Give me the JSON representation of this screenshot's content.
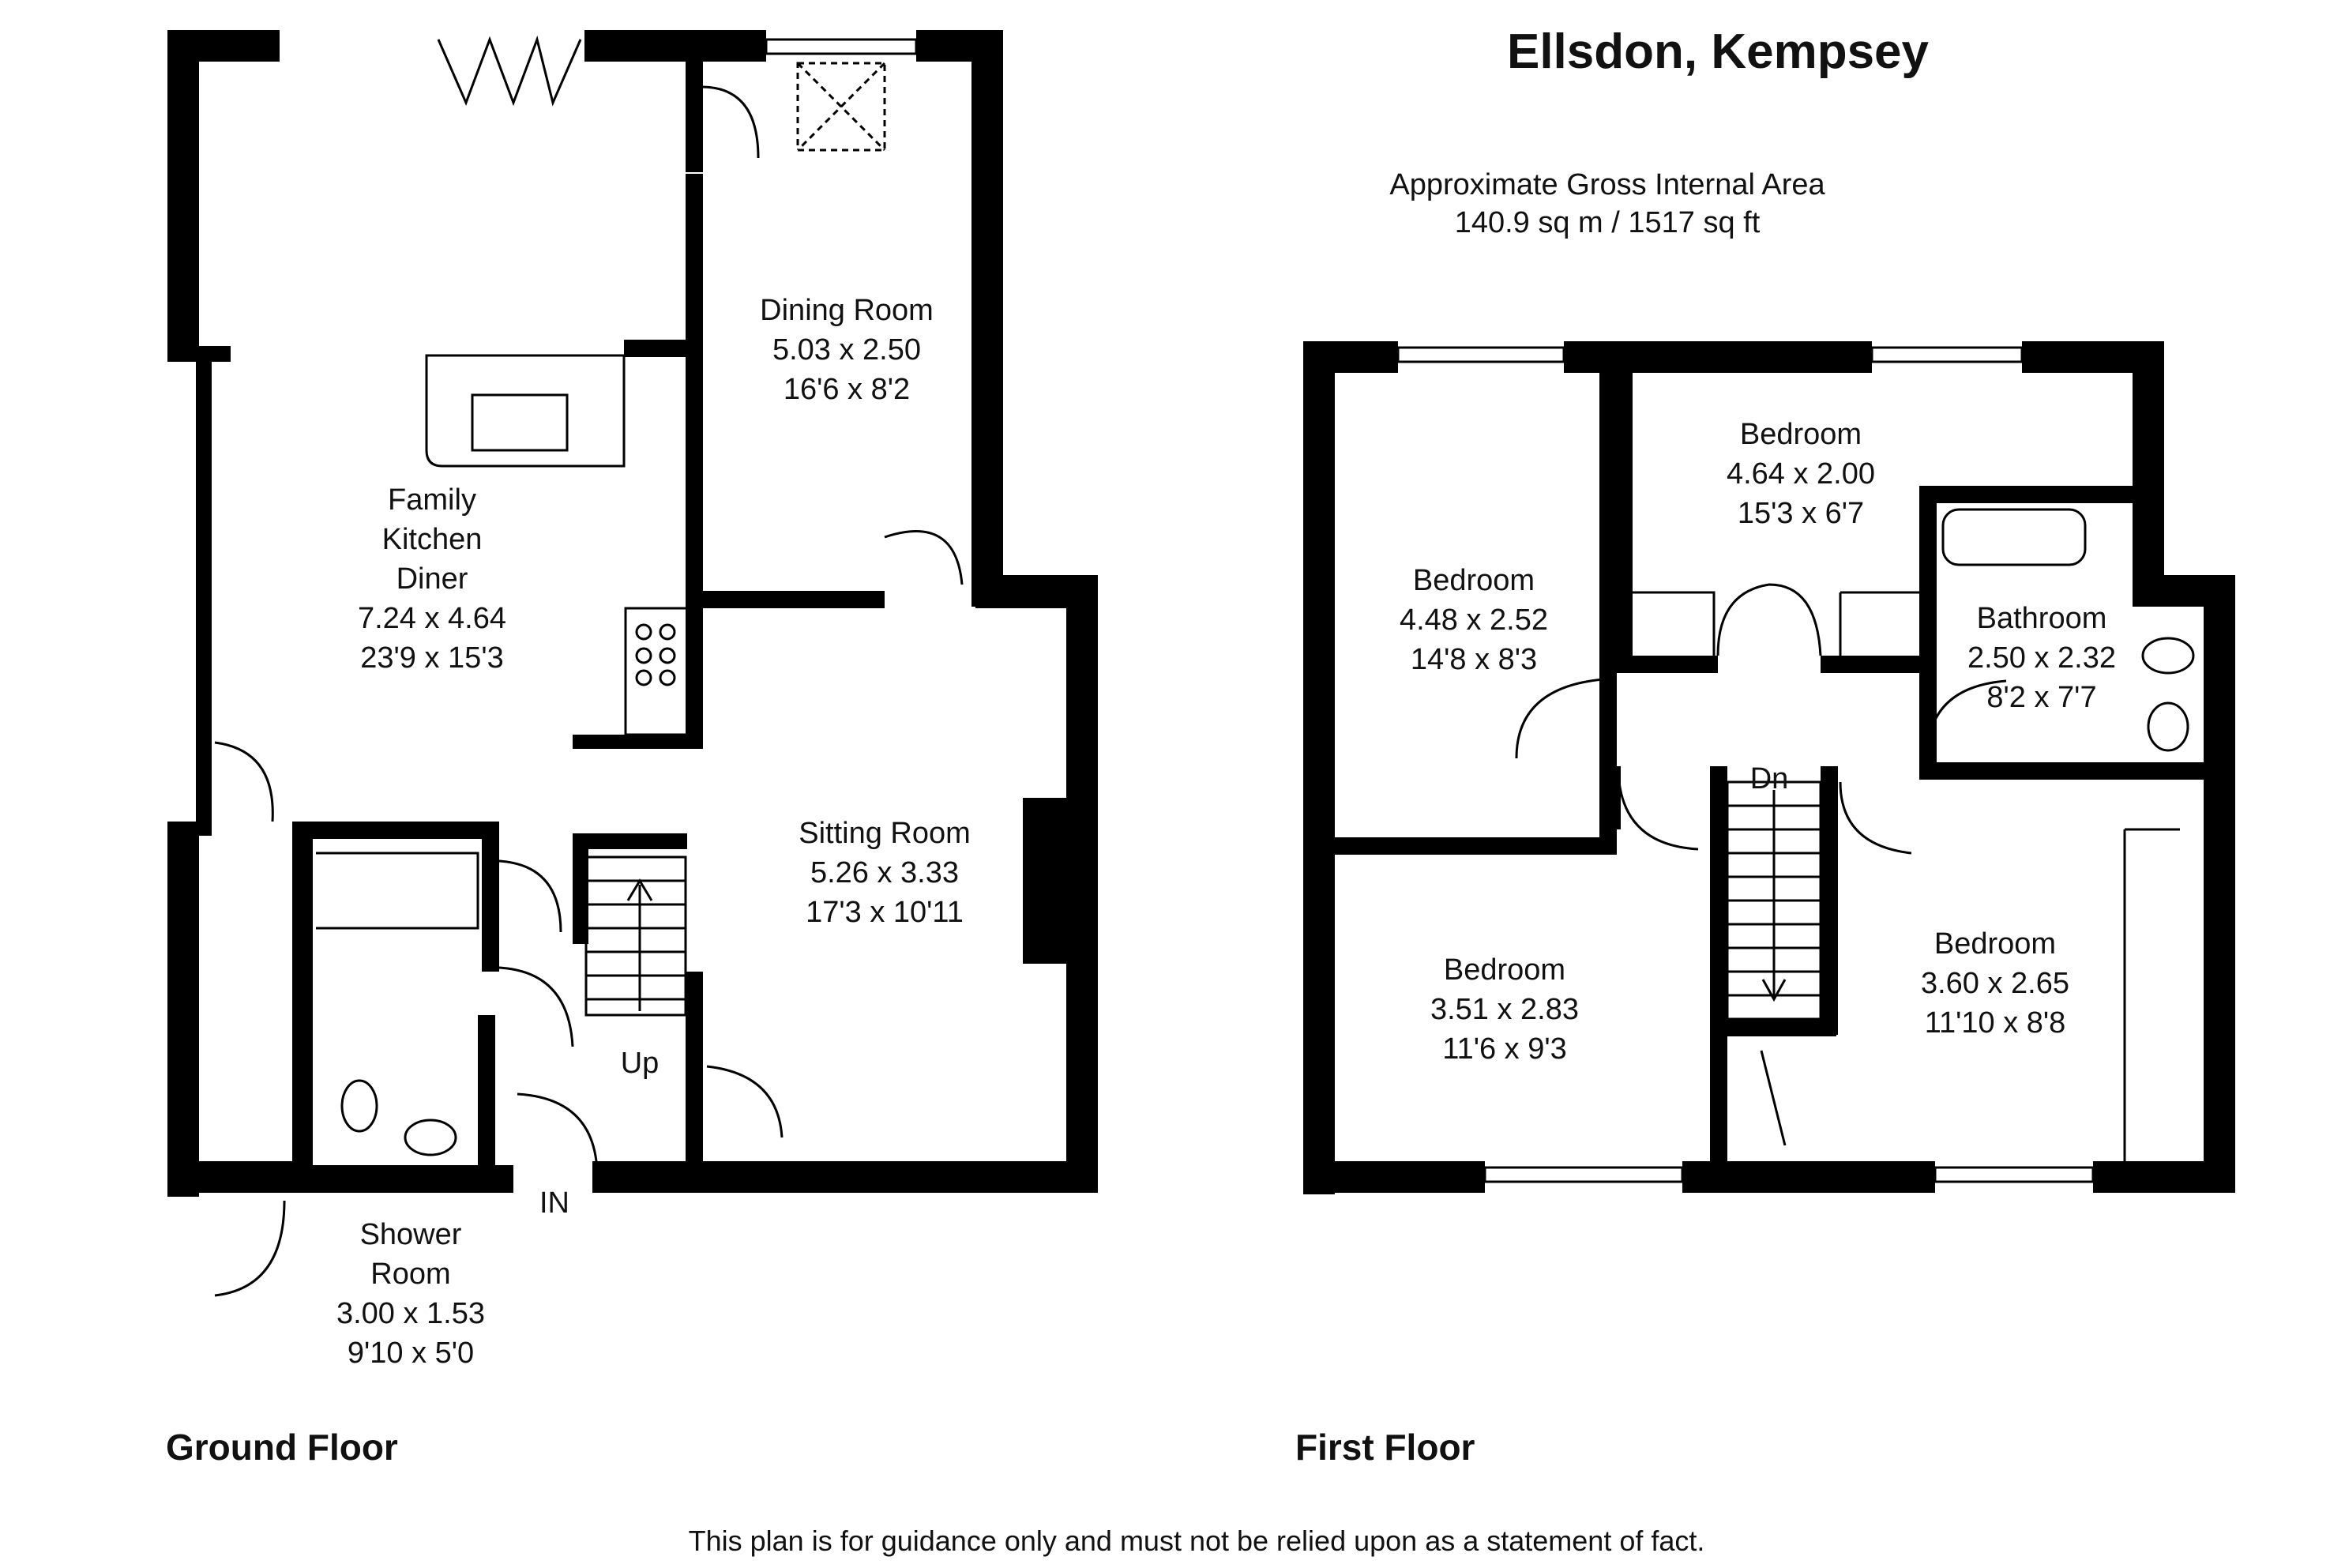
{
  "header": {
    "title": "Ellsdon, Kempsey",
    "area_line1": "Approximate Gross Internal Area",
    "area_line2": "140.9 sq m / 1517 sq ft"
  },
  "ground_floor": {
    "label": "Ground Floor",
    "rooms": {
      "family_kitchen": [
        "Family",
        "Kitchen",
        "Diner",
        "7.24 x 4.64",
        "23'9 x 15'3"
      ],
      "dining_room": [
        "Dining Room",
        "5.03 x 2.50",
        "16'6 x 8'2"
      ],
      "sitting_room": [
        "Sitting Room",
        "5.26 x 3.33",
        "17'3 x 10'11"
      ],
      "shower_room": [
        "Shower",
        "Room",
        "3.00 x 1.53",
        "9'10 x 5'0"
      ]
    },
    "up_label": "Up",
    "in_label": "IN"
  },
  "first_floor": {
    "label": "First Floor",
    "rooms": {
      "bedroom_front_left": [
        "Bedroom",
        "4.48 x 2.52",
        "14'8 x 8'3"
      ],
      "bedroom_top": [
        "Bedroom",
        "4.64 x 2.00",
        "15'3 x 6'7"
      ],
      "bathroom": [
        "Bathroom",
        "2.50 x 2.32",
        "8'2 x 7'7"
      ],
      "bedroom_bottom_left": [
        "Bedroom",
        "3.51 x 2.83",
        "11'6 x 9'3"
      ],
      "bedroom_bottom_right": [
        "Bedroom",
        "3.60 x 2.65",
        "11'10 x 8'8"
      ]
    },
    "down_label": "Dn"
  },
  "footer": {
    "disclaimer": "This plan is for guidance only and must not be relied upon as a statement of fact."
  }
}
